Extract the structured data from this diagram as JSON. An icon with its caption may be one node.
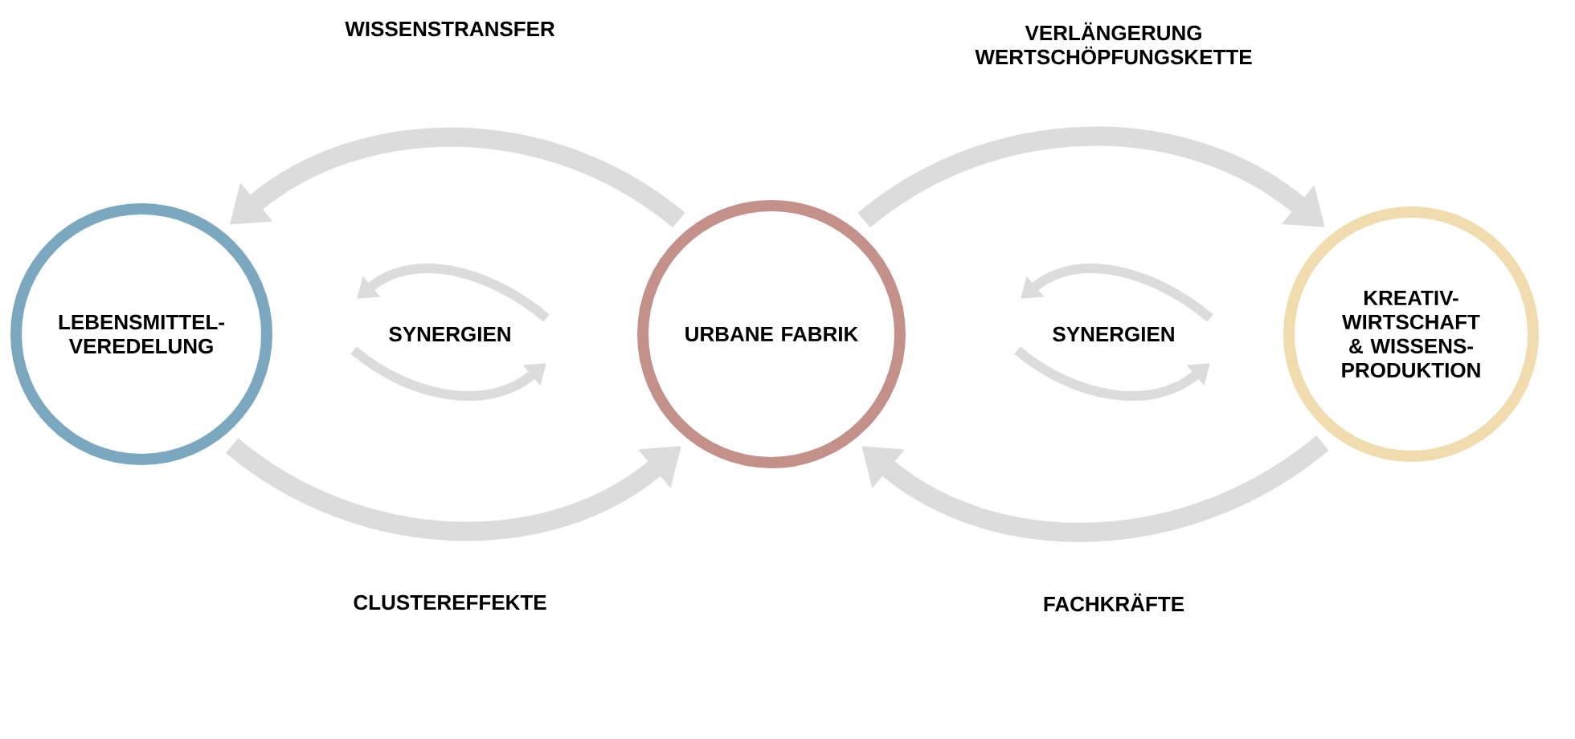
{
  "diagram": {
    "nodes": [
      {
        "text": [
          "LEBENSMITTEL- VEREDELUNG"
        ]
      },
      {
        "text": [
          "URBANE FABRIK"
        ]
      },
      {
        "text": [
          "KREATIV- WIRTSCHAFT & WISSENS- PRODUKTION"
        ]
      }
    ],
    "edges": [
      {
        "from": 1,
        "to": 0,
        "arrow": "to",
        "label": "WISSENSTRANSFER"
      },
      {
        "from": 0,
        "to": 1,
        "arrow": "to",
        "label": "CLUSTEREFFEKTE"
      },
      {
        "from": 1,
        "to": 2,
        "arrow": "to",
        "label": "VERLÄNGERUNG WERTSCHÖPFUNGSKETTE"
      },
      {
        "from": 2,
        "to": 1,
        "arrow": "to",
        "label": "FACHKRÄFTE"
      }
    ],
    "labels": [
      "SYNERGIEN",
      "SYNERGIEN"
    ]
  }
}
